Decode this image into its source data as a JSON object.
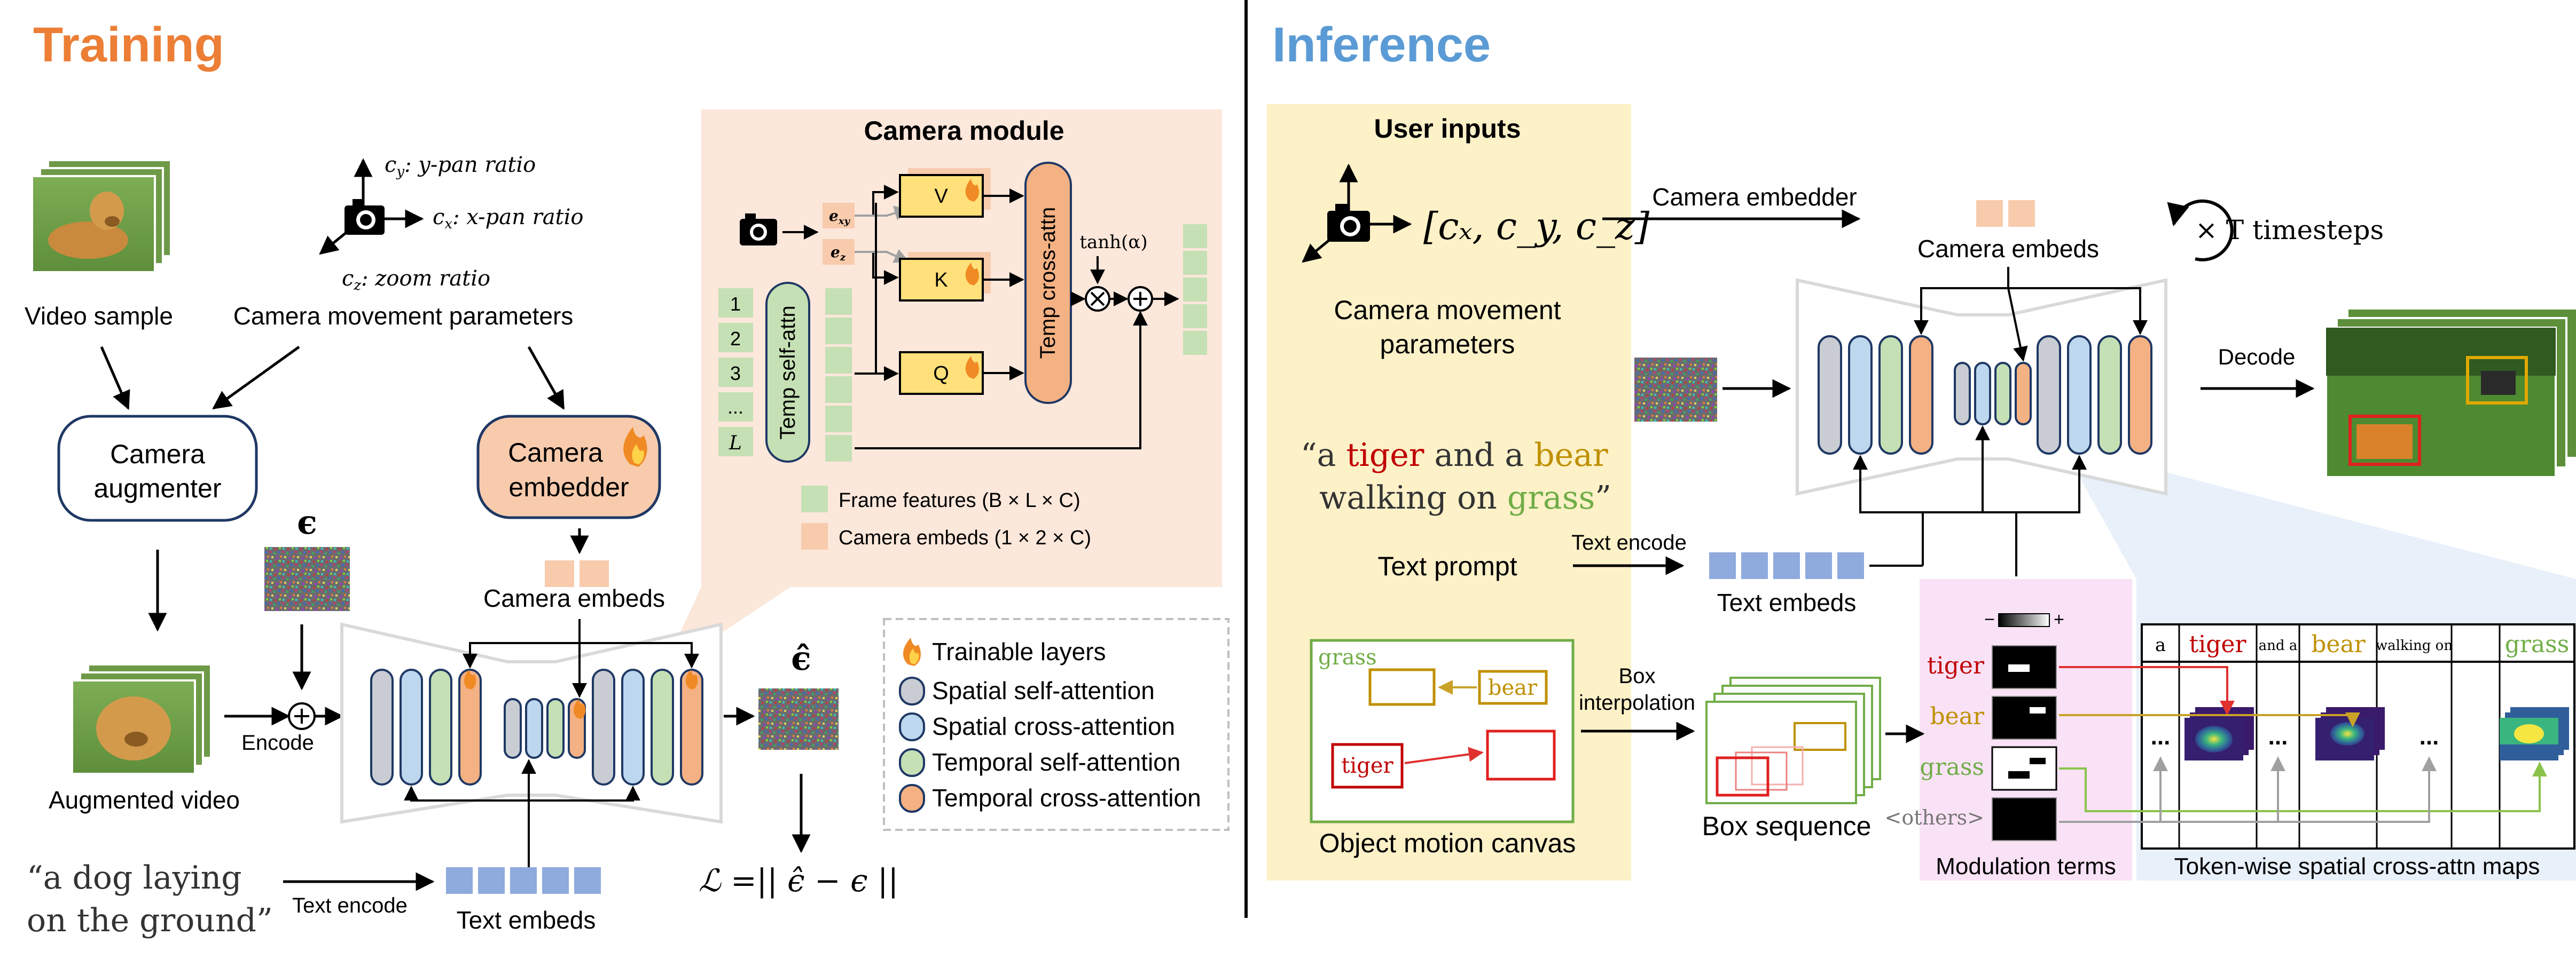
{
  "colors": {
    "training_title": "#EC7E35",
    "inference_title": "#5B9BD5",
    "camera_module_bg": "#FCE7DB",
    "user_inputs_bg": "#FDF1C8",
    "modulation_bg": "#F9E2F6",
    "crossattn_bg": "#E8F0FA",
    "gray_block": "#C9CDD3",
    "blue_block": "#BDD7EE",
    "green_block": "#C5E0B4",
    "orange_block": "#F4B183",
    "yellow_block": "#FFE07A",
    "text_embed": "#8FAADC",
    "tiger_red": "#C00000",
    "bear_gold": "#BF9000",
    "grass_green": "#70AD47"
  },
  "training": {
    "title": "Training",
    "video_sample": "Video sample",
    "cy_sym": "c",
    "cy_sub": "y",
    "cy_label": ": y-pan ratio",
    "cx_sym": "c",
    "cx_sub": "x",
    "cx_label": ": x-pan ratio",
    "cz_sym": "c",
    "cz_sub": "z",
    "cz_label": ": zoom ratio",
    "camera_params": "Camera movement parameters",
    "augmenter_line1": "Camera",
    "augmenter_line2": "augmenter",
    "embedder_line1": "Camera",
    "embedder_line2": "embedder",
    "epsilon": "ϵ",
    "camera_embeds": "Camera embeds",
    "encode": "Encode",
    "augmented_video": "Augmented video",
    "prompt_line1": "“a dog laying",
    "prompt_line2": "on the ground”",
    "text_encode": "Text encode",
    "text_embeds": "Text embeds",
    "eps_hat": "ϵ̂",
    "loss": "ℒ =|| ϵ̂ − ϵ ||"
  },
  "camera_module": {
    "title": "Camera module",
    "exy": "e",
    "exy_sub": "xy",
    "ez": "e",
    "ez_sub": "z",
    "v": "V",
    "k": "K",
    "q": "Q",
    "temp_cross": "Temp cross-attn",
    "temp_self": "Temp self-attn",
    "tanh": "tanh(α)",
    "frames": [
      "1",
      "2",
      "3",
      "...",
      "L"
    ],
    "legend_frame": "Frame features (B × L × C)",
    "legend_camera": "Camera embeds (1 × 2 × C)"
  },
  "legend": {
    "trainable": "Trainable layers",
    "spatial_self": "Spatial self-attention",
    "spatial_cross": "Spatial cross-attention",
    "temporal_self": "Temporal self-attention",
    "temporal_cross": "Temporal cross-attention"
  },
  "inference": {
    "title": "Inference",
    "user_inputs": "User inputs",
    "cam_vector": "[cₓ, c_y, c_z]",
    "cam_params_line1": "Camera movement",
    "cam_params_line2": "parameters",
    "camera_embedder": "Camera embedder",
    "camera_embeds": "Camera embeds",
    "timesteps": "× T timesteps",
    "decode": "Decode",
    "prompt_q1": "“a ",
    "prompt_tiger": "tiger",
    "prompt_mid": " and a ",
    "prompt_bear": "bear",
    "prompt_l2a": "walking on ",
    "prompt_grass": "grass",
    "prompt_q2": "”",
    "text_prompt": "Text prompt",
    "text_encode": "Text encode",
    "text_embeds": "Text embeds",
    "canvas_grass": "grass",
    "canvas_bear": "bear",
    "canvas_tiger": "tiger",
    "object_canvas": "Object motion canvas",
    "box_line1": "Box",
    "box_line2": "interpolation",
    "box_sequence": "Box sequence",
    "mod_tiger": "tiger",
    "mod_bear": "bear",
    "mod_grass": "grass",
    "mod_others": "<others>",
    "mod_minus": "−",
    "mod_plus": "+",
    "modulation_terms": "Modulation terms",
    "tokens": [
      "a",
      "tiger",
      "and a",
      "bear",
      "walking on",
      "grass"
    ],
    "dots": "...",
    "crossattn_title": "Token-wise spatial cross-attn maps"
  }
}
